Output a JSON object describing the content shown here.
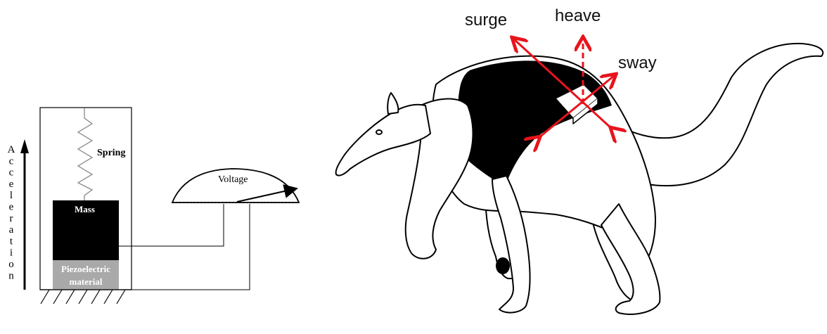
{
  "accelerometer": {
    "axis_label": "Acceleration",
    "spring_label": "Spring",
    "mass_label": "Mass",
    "piezo_label_line1": "Piezoelectric",
    "piezo_label_line2": "material",
    "meter_label": "Voltage"
  },
  "animal": {
    "axes": {
      "surge": "surge",
      "heave": "heave",
      "sway": "sway"
    },
    "arrow_color": "#e8141c"
  }
}
